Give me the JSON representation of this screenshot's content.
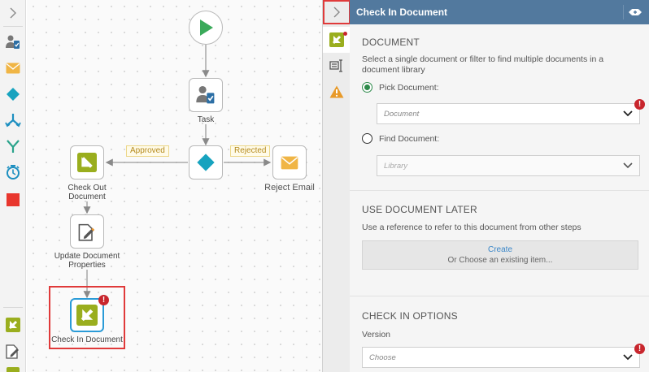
{
  "toolbar": {
    "items": [
      {
        "icon": "collapse-chevron-icon"
      },
      {
        "icon": "assign-task-icon"
      },
      {
        "icon": "email-icon"
      },
      {
        "icon": "decision-icon"
      },
      {
        "icon": "parallel-split-icon"
      },
      {
        "icon": "merge-icon"
      },
      {
        "icon": "timer-icon"
      },
      {
        "icon": "stop-icon"
      },
      {
        "icon": "check-in-document-icon"
      },
      {
        "icon": "update-document-icon"
      }
    ]
  },
  "canvas": {
    "nodes": {
      "task": "Task",
      "check_out": "Check Out Document",
      "update_props": "Update Document Properties",
      "reject_email": "Reject Email",
      "check_in": "Check In Document"
    },
    "paths": {
      "approved": "Approved",
      "rejected": "Rejected"
    },
    "error_mark": "!"
  },
  "panel": {
    "title": "Check In Document",
    "document_section": {
      "title": "DOCUMENT",
      "description": "Select a single document or filter to find multiple documents in a document library",
      "pick_label": "Pick Document:",
      "pick_placeholder": "Document",
      "find_label": "Find Document:",
      "find_placeholder": "Library",
      "pick_selected": true
    },
    "later_section": {
      "title": "USE DOCUMENT LATER",
      "description": "Use a reference to refer to this document from other steps",
      "create_label": "Create",
      "existing_label": "Or Choose an existing item..."
    },
    "checkin_section": {
      "title": "CHECK IN OPTIONS",
      "version_label": "Version",
      "version_placeholder": "Choose"
    },
    "error_mark": "!"
  },
  "colors": {
    "header": "#52799e",
    "highlight": "#e03a3a",
    "action_green": "#9aae1e",
    "decision_teal": "#17a3bf",
    "error": "#c8262d"
  }
}
